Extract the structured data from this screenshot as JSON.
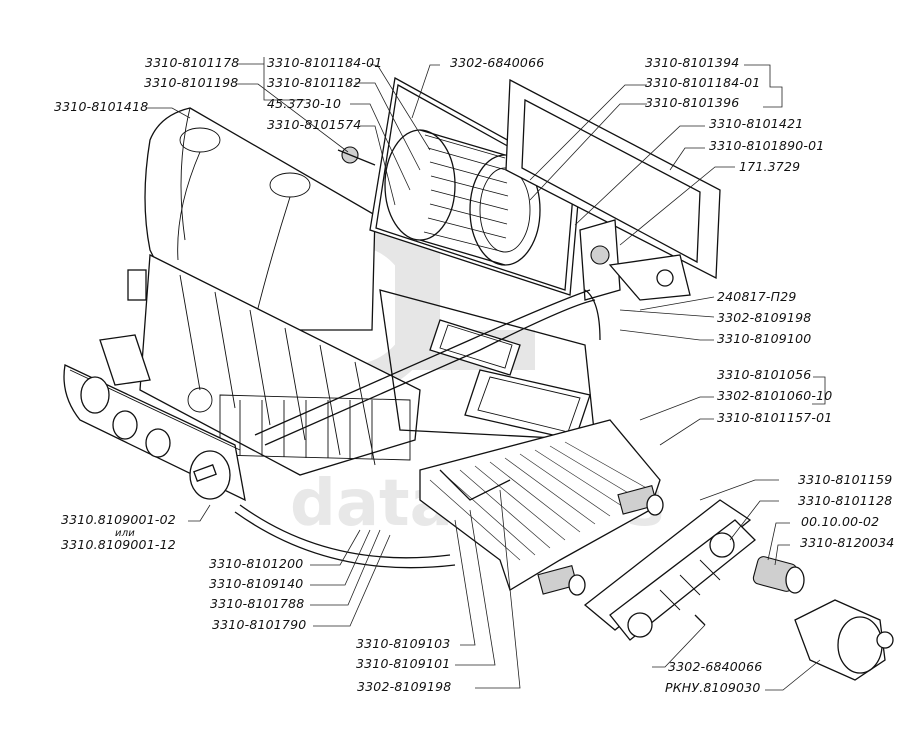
{
  "diagram": {
    "title": "Heater assembly exploded view",
    "watermark": "data parts",
    "labels": {
      "l_8101178": "3310-8101178",
      "l_8101198": "3310-8101198",
      "l_8101418": "3310-8101418",
      "l_8101184_01_a": "3310-8101184-01",
      "l_8101182": "3310-8101182",
      "l_453730": "45.3730-10",
      "l_8101574": "3310-8101574",
      "l_6840066_top": "3302-6840066",
      "l_8101394": "3310-8101394",
      "l_8101184_01_b": "3310-8101184-01",
      "l_8101396": "3310-8101396",
      "l_8101421": "3310-8101421",
      "l_8101890": "3310-8101890-01",
      "l_1713729": "171.3729",
      "l_240817": "240817-П29",
      "l_8109198_r": "3302-8109198",
      "l_8109100": "3310-8109100",
      "l_8101056": "3310-8101056",
      "l_8101060": "3302-8101060-10",
      "l_8101157": "3310-8101157-01",
      "l_8101159": "3310-8101159",
      "l_8101128": "3310-8101128",
      "l_001000": "00.10.00-02",
      "l_8120034": "3310-8120034",
      "l_6840066_bot": "3302-6840066",
      "l_rkny": "РКНУ.8109030",
      "l_8109001_02": "3310.8109001-02",
      "l_ili": "или",
      "l_8109001_12": "3310.8109001-12",
      "l_8101200": "3310-8101200",
      "l_8109140": "3310-8109140",
      "l_8101788": "3310-8101788",
      "l_8101790": "3310-8101790",
      "l_8109103": "3310-8109103",
      "l_8109101": "3310-8109101",
      "l_8109198_b": "3302-8109198"
    },
    "components": [
      "heater-housing-cover",
      "blower-fan-motor",
      "blower-housing-frame",
      "air-filter-frame",
      "control-panel",
      "heater-radiator",
      "radiator-gasket-cover",
      "hose-clamp",
      "heater-valve",
      "control-cables"
    ]
  }
}
